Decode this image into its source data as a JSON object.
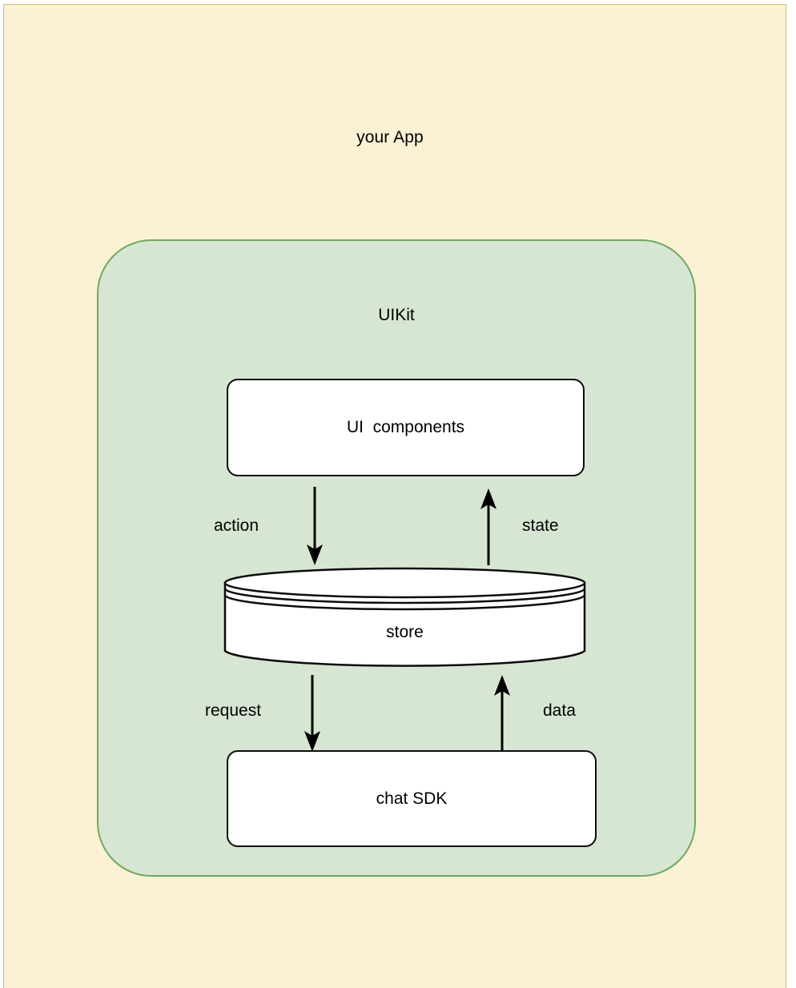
{
  "diagram": {
    "type": "architecture-flow-diagram",
    "outer_container": {
      "label": "your App",
      "fill_color": "#fbf2d5",
      "border_color": "#d6bf70"
    },
    "inner_container": {
      "label": "UIKit",
      "fill_color": "#d7e6d2",
      "border_color": "#70a860"
    },
    "nodes": [
      {
        "id": "ui-components",
        "label": "UI  components",
        "shape": "rounded-rectangle",
        "fill_color": "#ffffff",
        "border_color": "#0c0c0c"
      },
      {
        "id": "store",
        "label": "store",
        "shape": "cylinder",
        "fill_color": "#ffffff",
        "border_color": "#0c0c0c"
      },
      {
        "id": "chat-sdk",
        "label": "chat SDK",
        "shape": "rounded-rectangle",
        "fill_color": "#ffffff",
        "border_color": "#0c0c0c"
      }
    ],
    "edges": [
      {
        "id": "action",
        "label": "action",
        "from": "ui-components",
        "to": "store",
        "direction": "down"
      },
      {
        "id": "state",
        "label": "state",
        "from": "store",
        "to": "ui-components",
        "direction": "up"
      },
      {
        "id": "request",
        "label": "request",
        "from": "store",
        "to": "chat-sdk",
        "direction": "down"
      },
      {
        "id": "data",
        "label": "data",
        "from": "chat-sdk",
        "to": "store",
        "direction": "up"
      }
    ]
  }
}
